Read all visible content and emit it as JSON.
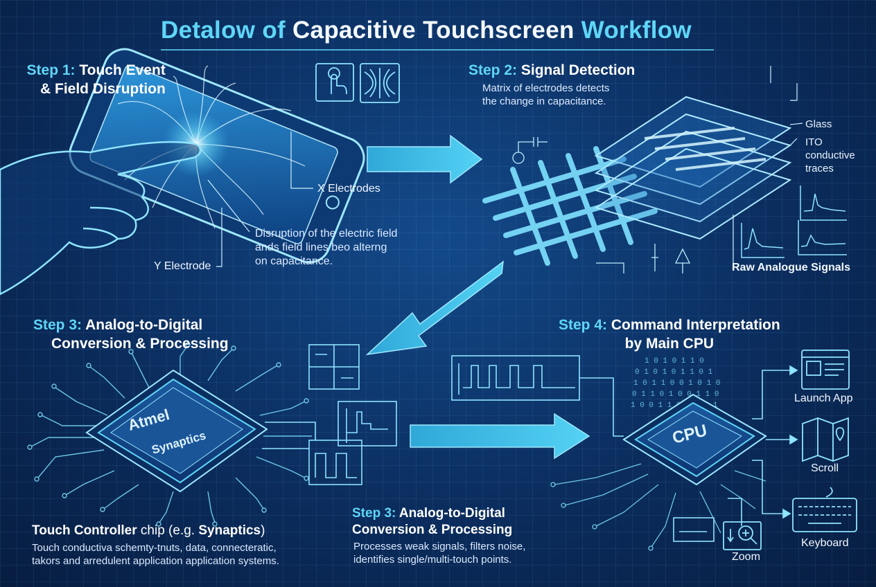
{
  "title": {
    "part1": "Detalow of ",
    "part2": "Capacitive Touchscreen",
    "part3": " Workflow"
  },
  "step1": {
    "key": "Step 1:",
    "line1_rest": " Touch Event",
    "line2": "& Field Disruption"
  },
  "step1_labels": {
    "x_electrodes": "X Electrodes",
    "y_electrode": "Y Electrode",
    "disruption_line1": "Disruption of the electric field",
    "disruption_line2": "ands field lines beo alterng",
    "disruption_line3": "on capacitance."
  },
  "step2": {
    "key": "Step 2:",
    "rest": " Signal Detection",
    "desc_line1": "Matrix of electrodes detects",
    "desc_line2": "the change in capacitance."
  },
  "step2_labels": {
    "glass": "Glass",
    "ito_line1": "ITO",
    "ito_line2": "conductive",
    "ito_line3": "traces",
    "raw_signals": "Raw Analogue Signals"
  },
  "step3_left": {
    "key": "Step 3:",
    "line1_rest": " Analog-to-Digital",
    "line2": "Conversion & Processing"
  },
  "chip": {
    "brand1": "Atmel",
    "brand2": "Synaptics"
  },
  "controller": {
    "caption_a": "Touch Controller",
    "caption_b": " chip (e.g. ",
    "caption_c": "Synaptics",
    "caption_d": ")",
    "desc_line1": "Touch conductiva schemty-tnuts, data, connecteratic,",
    "desc_line2": "takors and arredulent application application systems."
  },
  "step3_bottom": {
    "key": "Step 3:",
    "line1_rest": " Analog-to-Digital",
    "line2": "Conversion & Processing",
    "desc_line1": "Processes weak signals, filters noise,",
    "desc_line2": "identifies single/multi-touch points."
  },
  "step4": {
    "key": "Step 4:",
    "line1_rest": " Command Interpretation",
    "line2": "by Main CPU"
  },
  "cpu": {
    "label": "CPU"
  },
  "actions": {
    "launch_app": "Launch App",
    "scroll": "Scroll",
    "keyboard": "Keyboard",
    "zoom": "Zoom"
  },
  "colors": {
    "background": "#0b2d5e",
    "accent_cyan": "#5fd6f7",
    "line": "#8fe4ff",
    "text": "#e8f4ff"
  },
  "icons": [
    "touch-gesture-icon",
    "field-lines-icon",
    "launch-app-icon",
    "map-scroll-icon",
    "keyboard-icon",
    "zoom-icon"
  ]
}
